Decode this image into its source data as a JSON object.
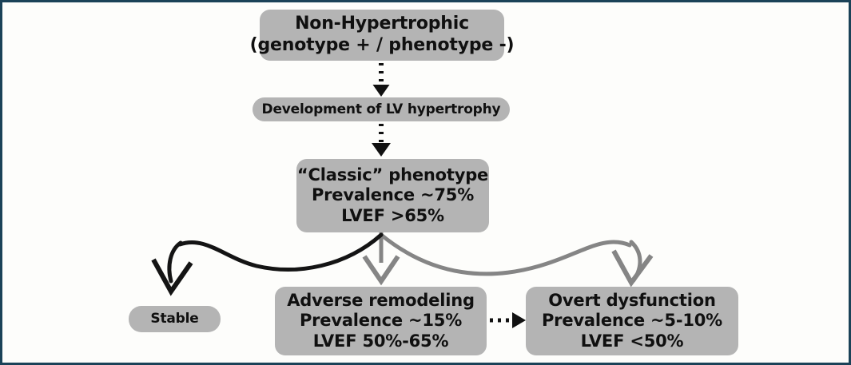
{
  "figure": {
    "type": "flowchart",
    "title": "Hypertrophic cardiomyopathy phenotype progression",
    "border_color": "#1b4258",
    "node_fill": "#b4b4b4",
    "text_color": "#101010",
    "background": "#fdfdfb"
  },
  "nodes": {
    "non_hypertrophic": {
      "name": "Non-Hypertrophic",
      "lines": [
        "Non-Hypertrophic",
        "(genotype + / phenotype -)"
      ]
    },
    "development": {
      "name": "Development of LV hypertrophy",
      "lines": [
        "Development of LV hypertrophy"
      ]
    },
    "classic": {
      "name": "Classic phenotype",
      "lines": [
        "“Classic” phenotype",
        "Prevalence ~75%",
        "LVEF >65%"
      ]
    },
    "stable": {
      "name": "Stable",
      "lines": [
        "Stable"
      ]
    },
    "adverse_remodeling": {
      "name": "Adverse remodeling",
      "lines": [
        "Adverse remodeling",
        "Prevalence ~15%",
        "LVEF 50%-65%"
      ]
    },
    "overt_dysfunction": {
      "name": "Overt dysfunction",
      "lines": [
        "Overt dysfunction",
        "Prevalence ~5-10%",
        "LVEF <50%"
      ]
    }
  },
  "connectors": [
    {
      "id": "arrow-nonhypertrophic-to-development",
      "from": "non_hypertrophic",
      "to": "development",
      "style": "dotted",
      "color": "#111111",
      "direction": "down"
    },
    {
      "id": "arrow-development-to-classic",
      "from": "development",
      "to": "classic",
      "style": "dotted",
      "color": "#111111",
      "direction": "down"
    },
    {
      "id": "arrow-classic-to-stable",
      "from": "classic",
      "to": "stable",
      "style": "curved-solid",
      "color": "#141414",
      "direction": "down-left"
    },
    {
      "id": "arrow-classic-to-adverse",
      "from": "classic",
      "to": "adverse_remodeling",
      "style": "solid",
      "color": "#858585",
      "direction": "down"
    },
    {
      "id": "arrow-classic-to-overt",
      "from": "classic",
      "to": "overt_dysfunction",
      "style": "curved-solid",
      "color": "#858585",
      "direction": "down-right"
    },
    {
      "id": "arrow-adverse-to-overt",
      "from": "adverse_remodeling",
      "to": "overt_dysfunction",
      "style": "dotted",
      "color": "#111111",
      "direction": "right"
    }
  ]
}
